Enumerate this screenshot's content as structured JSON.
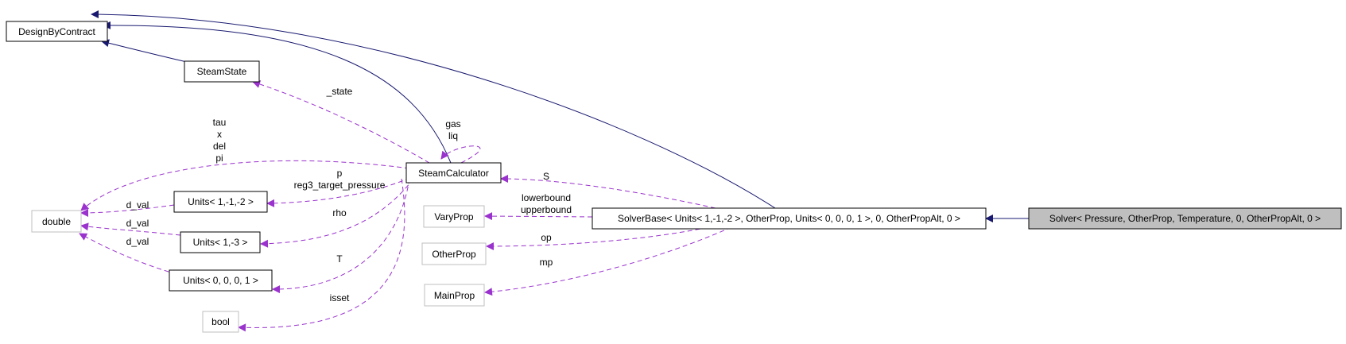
{
  "nodes": {
    "design_by_contract": "DesignByContract",
    "steam_state": "SteamState",
    "steam_calculator": "SteamCalculator",
    "double": "double",
    "units_1_m1_m2": "Units< 1,-1,-2 >",
    "units_1_m3": "Units< 1,-3 >",
    "units_0_0_0_1": "Units< 0, 0, 0, 1 >",
    "bool": "bool",
    "vary_prop": "VaryProp",
    "other_prop": "OtherProp",
    "main_prop": "MainProp",
    "solver_base": "SolverBase< Units< 1,-1,-2 >, OtherProp, Units< 0, 0, 0, 1 >, 0, OtherPropAlt, 0 >",
    "solver": "Solver< Pressure, OtherProp, Temperature, 0, OtherPropAlt, 0 >"
  },
  "edge_labels": {
    "state": "_state",
    "gas": "gas",
    "liq": "liq",
    "tau": "tau",
    "x": "x",
    "del": "del",
    "pi": "pi",
    "p": "p",
    "reg3_target_pressure": "reg3_target_pressure",
    "rho": "rho",
    "T": "T",
    "isset": "isset",
    "d_val_1": "d_val",
    "d_val_2": "d_val",
    "d_val_3": "d_val",
    "S": "S",
    "lowerbound": "lowerbound",
    "upperbound": "upperbound",
    "op": "op",
    "mp": "mp"
  },
  "colors": {
    "inheritance": "#191970",
    "usage": "#9a32cd",
    "highlight_fill": "#bfbfbf",
    "external_border": "#bfbfbf"
  }
}
